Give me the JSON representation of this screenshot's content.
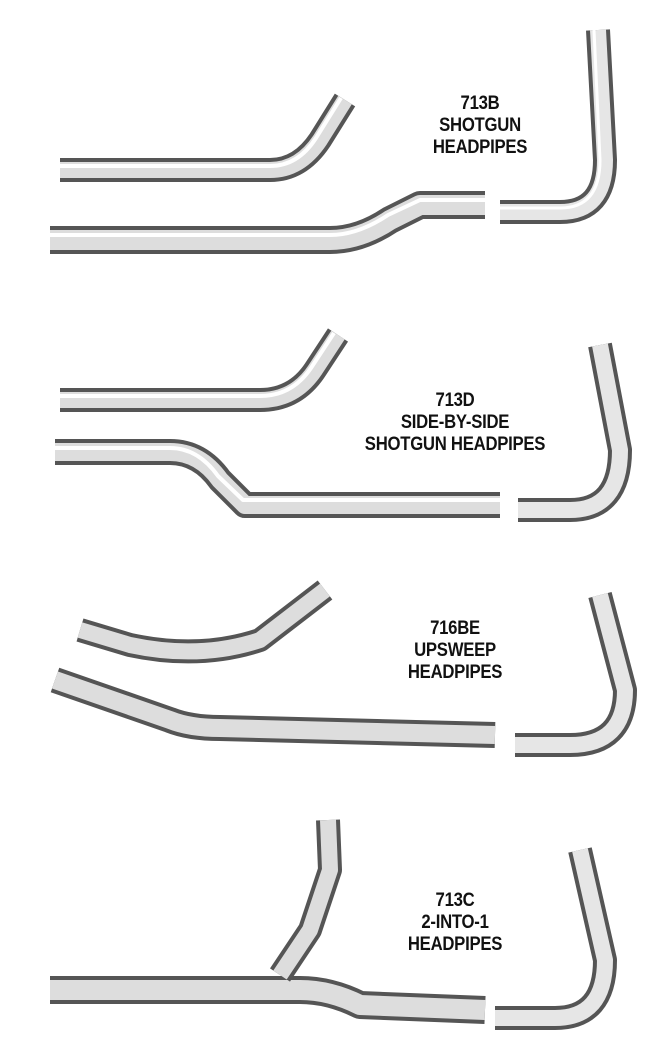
{
  "products": [
    {
      "code": "713B",
      "lines": [
        "SHOTGUN",
        "HEADPIPES"
      ]
    },
    {
      "code": "713D",
      "lines": [
        "SIDE-BY-SIDE",
        "SHOTGUN HEADPIPES"
      ]
    },
    {
      "code": "716BE",
      "lines": [
        "UPSWEEP",
        "HEADPIPES"
      ]
    },
    {
      "code": "713C",
      "lines": [
        "2-INTO-1",
        "HEADPIPES"
      ]
    }
  ],
  "colors": {
    "background": "#ffffff",
    "chrome_dark": "#555555",
    "chrome_light": "#f2f2f2",
    "text": "#111111"
  }
}
